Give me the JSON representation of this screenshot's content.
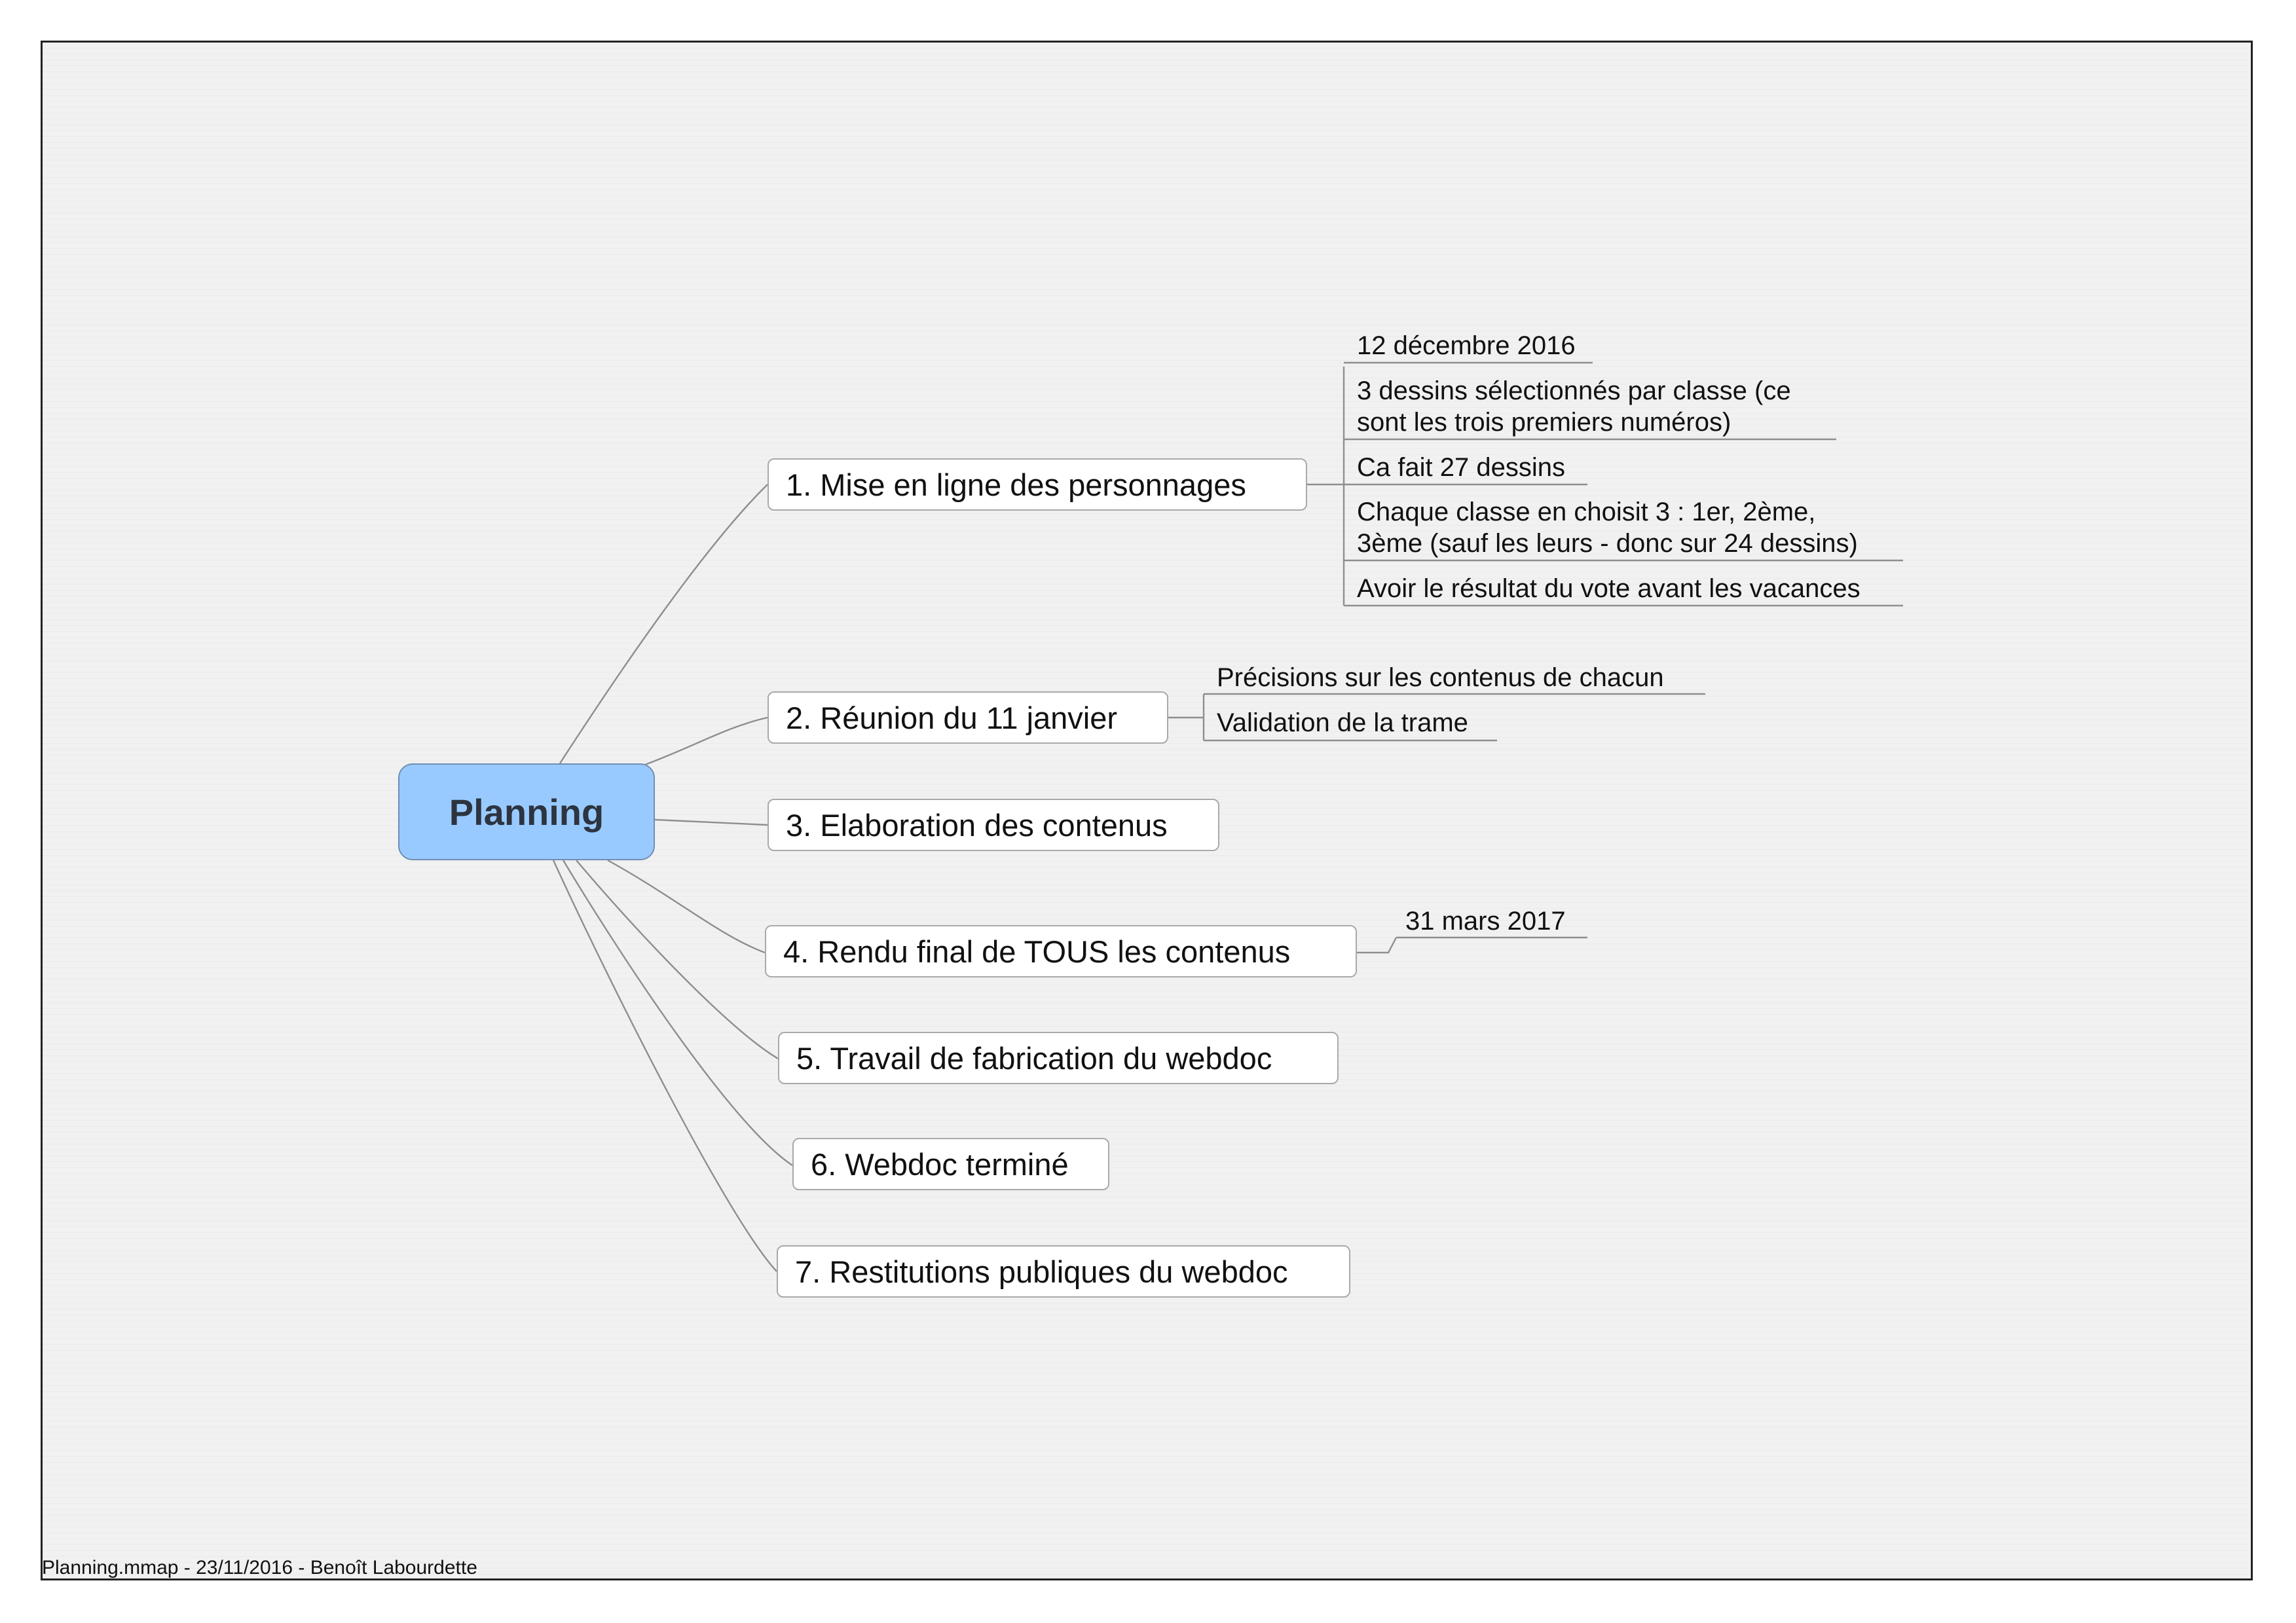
{
  "central_topic": "Planning",
  "topics": [
    {
      "label": "1. Mise en ligne des personnages",
      "subtopics": [
        "12 décembre 2016",
        "3 dessins sélectionnés par classe (ce\nsont les trois premiers numéros)",
        "Ca fait 27 dessins",
        "Chaque classe en choisit 3 : 1er, 2ème,\n3ème (sauf les leurs - donc sur 24 dessins)",
        "Avoir le résultat du vote avant les vacances"
      ]
    },
    {
      "label": "2. Réunion du 11 janvier",
      "subtopics": [
        "Précisions sur les contenus de chacun",
        "Validation de la trame"
      ]
    },
    {
      "label": "3. Elaboration des contenus",
      "subtopics": []
    },
    {
      "label": "4. Rendu final de TOUS les contenus",
      "subtopics": [
        "31 mars 2017"
      ]
    },
    {
      "label": "5. Travail de fabrication du webdoc",
      "subtopics": []
    },
    {
      "label": "6. Webdoc terminé",
      "subtopics": []
    },
    {
      "label": "7. Restitutions publiques du webdoc",
      "subtopics": []
    }
  ],
  "footer": "Planning.mmap - 23/11/2016 - Benoît Labourdette",
  "colors": {
    "central_fill": "#99caff",
    "central_border": "#6f8eb4",
    "connector": "#8e8e8e"
  }
}
